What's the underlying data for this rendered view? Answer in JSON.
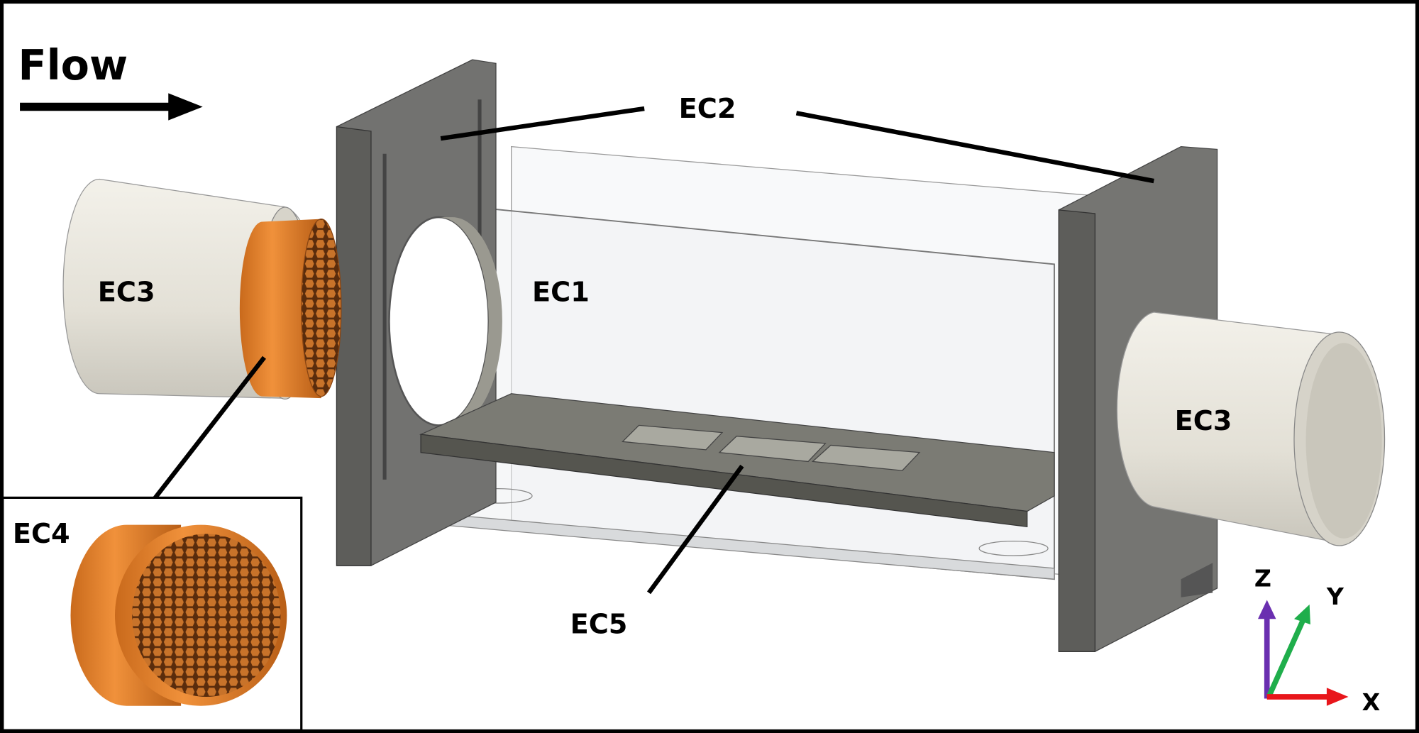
{
  "title": "Flow",
  "labels": {
    "ec1": "EC1",
    "ec2": "EC2",
    "ec3_left": "EC3",
    "ec3_right": "EC3",
    "ec4": "EC4",
    "ec5": "EC5"
  },
  "axes": {
    "x": "X",
    "y": "Y",
    "z": "Z"
  },
  "colors": {
    "frame": "#000000",
    "plate": "#6b6b66",
    "tube": "#e6e3da",
    "honeycomb": "#e07f2c",
    "x_axis": "#e8161b",
    "y_axis": "#1fae4b",
    "z_axis": "#6a2fb0"
  }
}
